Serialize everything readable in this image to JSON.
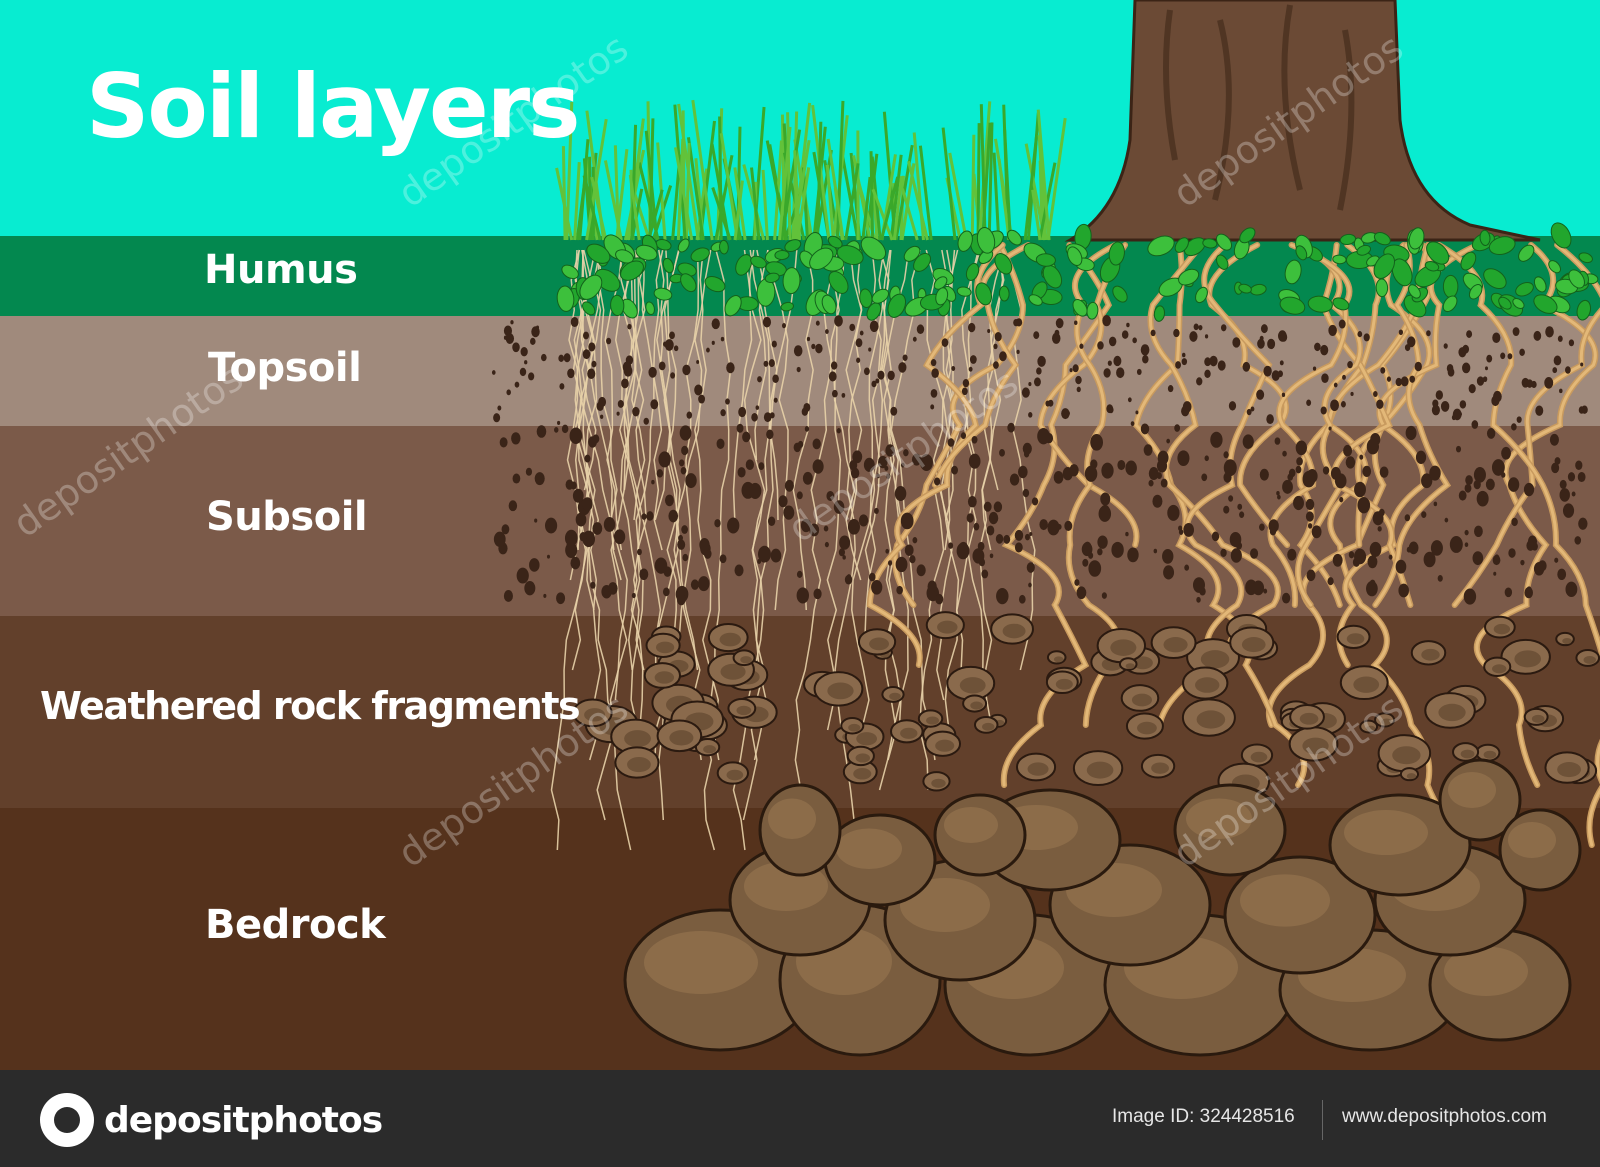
{
  "title": "Soil layers",
  "layers": [
    {
      "label": "Humus",
      "color": "#03884f"
    },
    {
      "label": "Topsoil",
      "color": "#a08a7c"
    },
    {
      "label": "Subsoil",
      "color": "#7b5a49"
    },
    {
      "label": "Weathered rock fragments",
      "color": "#62402b"
    },
    {
      "label": "Bedrock",
      "color": "#55321c"
    }
  ],
  "sky_color": "#08ecd1",
  "watermark_text": "depositphotos",
  "footer": {
    "brand": "depositphotos",
    "image_id": "Image ID: 324428516",
    "url": "www.depositphotos.com"
  }
}
